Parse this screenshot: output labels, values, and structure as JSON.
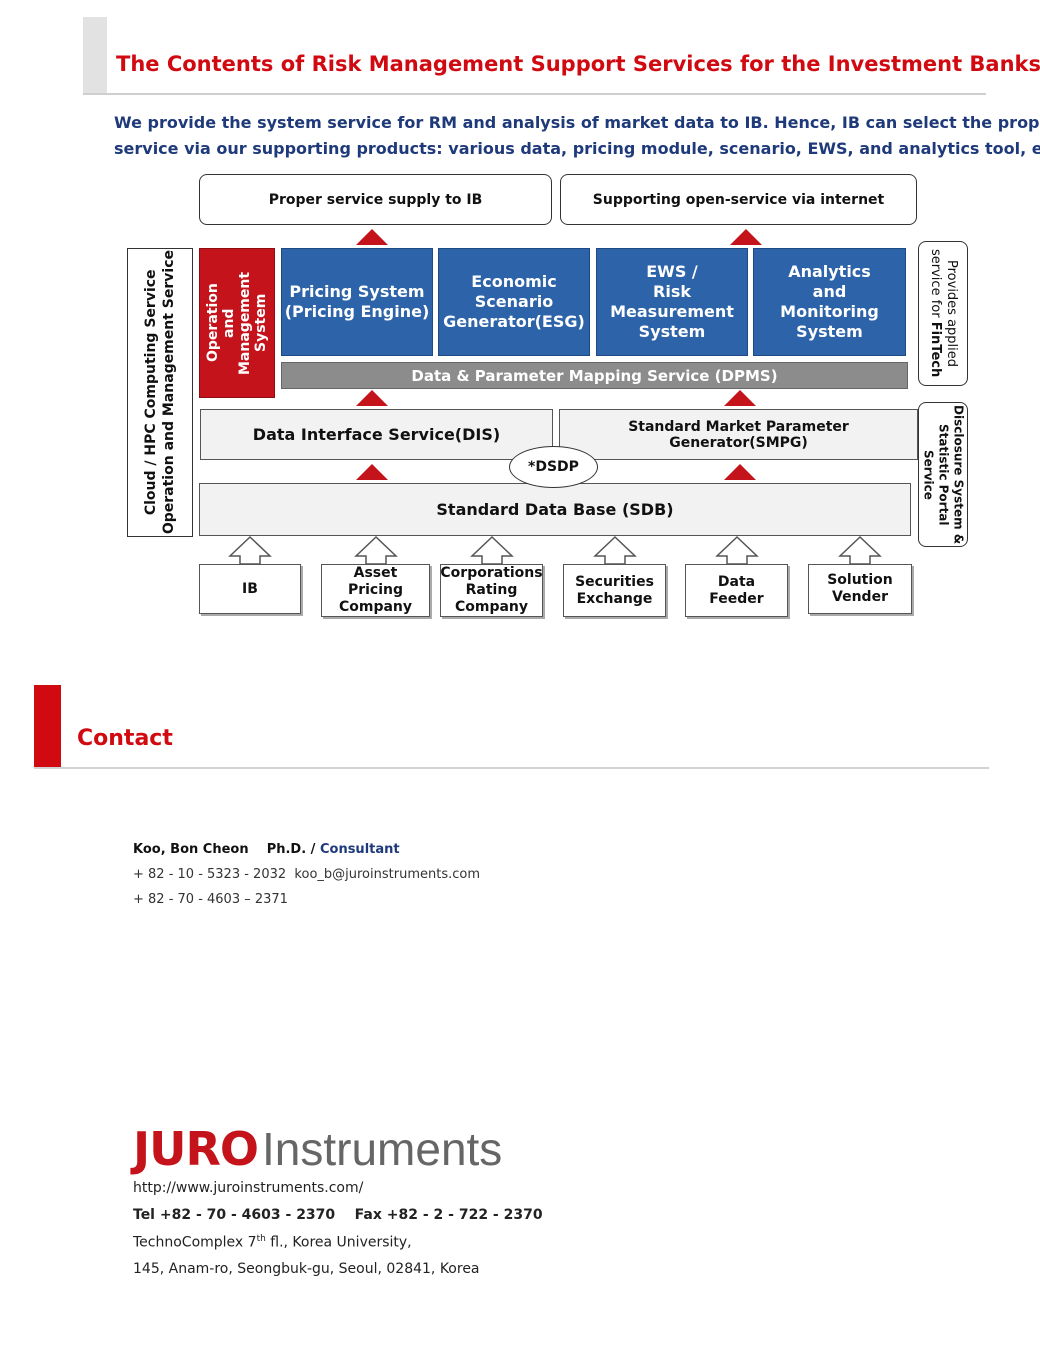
{
  "header": {
    "title": "The Contents of Risk Management Support Services for the Investment Banks",
    "intro_line1": "We provide the system service for RM and analysis of market data to IB. Hence, IB can select the proper",
    "intro_line2": "service via our supporting products: various data, pricing module, scenario, EWS, and analytics tool, etc."
  },
  "diagram": {
    "top_left": "Proper service supply to IB",
    "top_right": "Supporting open-service via internet",
    "left_side_line1": "Cloud  / HPC Computing Service",
    "left_side_line2": "Operation and Management Service",
    "ops_line1": "Operation",
    "ops_line2": "and",
    "ops_line3": "Management System",
    "modules": [
      {
        "l1": "Pricing System",
        "l2": "(Pricing Engine)",
        "l3": "",
        "l4": ""
      },
      {
        "l1": "Economic",
        "l2": "Scenario",
        "l3": "Generator(ESG)",
        "l4": ""
      },
      {
        "l1": "EWS /",
        "l2": "Risk Measurement",
        "l3": "System",
        "l4": ""
      },
      {
        "l1": "Analytics",
        "l2": "and",
        "l3": "Monitoring",
        "l4": "System"
      }
    ],
    "dpms": "Data & Parameter Mapping Service (DPMS)",
    "dis": "Data Interface Service(DIS)",
    "smpg": "Standard Market Parameter Generator(SMPG)",
    "dsdp": "*DSDP",
    "sdb": "Standard Data Base (SDB)",
    "right_top_line1": "Provides applied",
    "right_top_line2a": "service for ",
    "right_top_line2b": "FinTech",
    "right_bottom_line1": "Disclosure  System &",
    "right_bottom_line2": "Statistic Portal  Service",
    "sources": [
      {
        "l1": "IB",
        "l2": "",
        "l3": ""
      },
      {
        "l1": "Asset",
        "l2": "Pricing",
        "l3": "Company"
      },
      {
        "l1": "Corporations",
        "l2": "Rating",
        "l3": "Company"
      },
      {
        "l1": "Securities",
        "l2": "Exchange",
        "l3": ""
      },
      {
        "l1": "Data",
        "l2": "Feeder",
        "l3": ""
      },
      {
        "l1": "Solution",
        "l2": "Vender",
        "l3": ""
      }
    ],
    "colors": {
      "red": "#c4131a",
      "blue": "#2d63a8",
      "gray_bar": "#8c8c8c"
    }
  },
  "contact": {
    "title": "Contact",
    "name": "Koo, Bon Cheon",
    "degree": "Ph.D. /",
    "role": "Consultant",
    "phone1": "+ 82 - 10 - 5323 - 2032",
    "email": "koo_b@juroinstruments.com",
    "phone2": "+ 82 - 70 - 4603 – 2371"
  },
  "footer": {
    "logo_word1": "JURO",
    "logo_word2": "Instruments",
    "url": "http://www.juroinstruments.com/",
    "tel": "Tel +82 - 70 - 4603 - 2370",
    "fax": "Fax +82 - 2 - 722 - 2370",
    "address1_pre": "TechnoComplex 7",
    "address1_sup": "th",
    "address1_post": " fl., Korea University,",
    "address2": "145, Anam-ro, Seongbuk-gu, Seoul, 02841, Korea"
  }
}
